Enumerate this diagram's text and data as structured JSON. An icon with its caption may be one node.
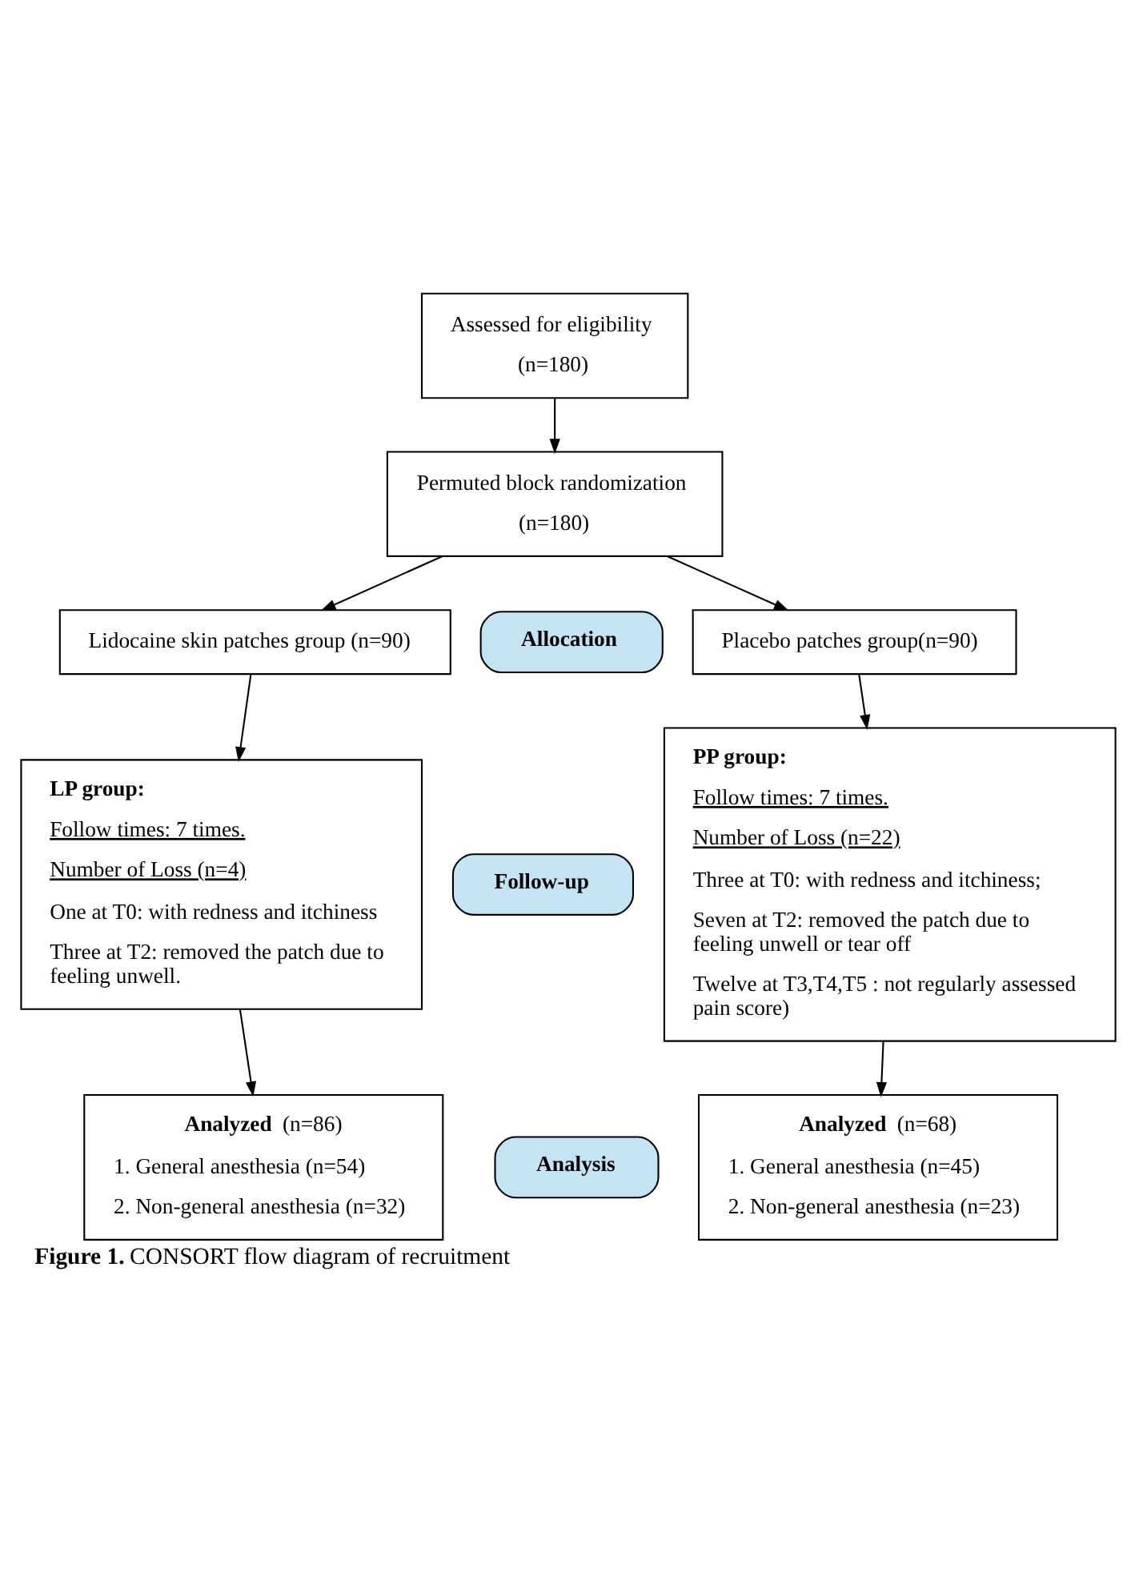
{
  "diagram": {
    "caption": "**Figure 1.** CONSORT flow diagram of recruitment",
    "nodes": [
      {
        "text": [
          "Assessed for eligibility",
          "(n=180)"
        ]
      },
      {
        "text": [
          "Permuted block randomization",
          "(n=180)"
        ]
      },
      {
        "text": [
          "**Allocation**"
        ]
      },
      {
        "text": [
          "Lidocaine skin patches group (n=90)"
        ]
      },
      {
        "text": [
          "Placebo patches group(n=90)"
        ]
      },
      {
        "text": [
          "**Follow-up**"
        ]
      },
      {
        "text": [
          "**LP group:**",
          "Follow times: 7 times.",
          "Number of Loss (n=4)",
          "One at T0: with redness and itchiness",
          "Three at T2: removed the patch due to feeling unwell."
        ]
      },
      {
        "text": [
          "**PP group:**",
          "Follow times: 7 times.",
          "Number of Loss (n=22)",
          "Three at T0: with redness and itchiness;",
          "Seven at T2: removed the patch due to feeling unwell or tear off",
          "Twelve at T3,T4,T5 : not regularly assessed pain score)"
        ]
      },
      {
        "text": [
          "**Analysis**"
        ]
      },
      {
        "text": [
          "**Analyzed** (n=86)",
          "1. General anesthesia (n=54)",
          "2. Non-general anesthesia (n=32)"
        ]
      },
      {
        "text": [
          "**Analyzed** (n=68)",
          "1. General anesthesia (n=45)",
          "2. Non-general anesthesia (n=23)"
        ]
      }
    ],
    "edges": [
      {
        "from": 0,
        "to": 1,
        "arrow": "to"
      },
      {
        "from": 1,
        "to": 3,
        "arrow": "to"
      },
      {
        "from": 1,
        "to": 4,
        "arrow": "to"
      },
      {
        "from": 3,
        "to": 6,
        "arrow": "to"
      },
      {
        "from": 4,
        "to": 7,
        "arrow": "to"
      },
      {
        "from": 6,
        "to": 9,
        "arrow": "to"
      },
      {
        "from": 7,
        "to": 10,
        "arrow": "to"
      }
    ]
  }
}
